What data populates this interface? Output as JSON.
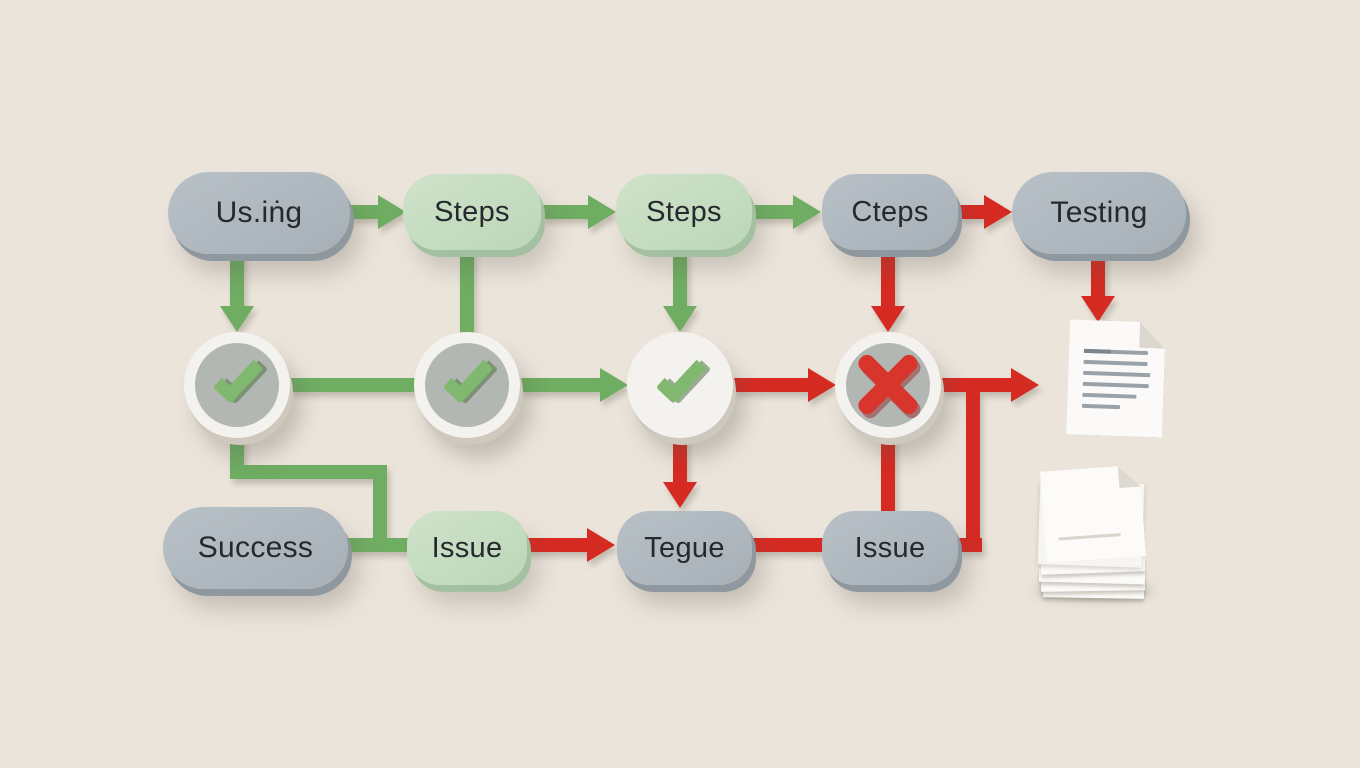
{
  "diagram": {
    "background_color": "#eae4db",
    "colors": {
      "node_gray": "#adb7bd",
      "node_gray_edge": "#8e989e",
      "node_green": "#c6dcc1",
      "node_green_edge": "#a3c0a0",
      "arrow_green": "#6fad62",
      "arrow_red": "#d62b22",
      "circle_ring_white": "#f4f2ee",
      "circle_inner_gray": "#b3b7b4",
      "check_green": "#80b86f",
      "cross_red": "#d8362d",
      "text": "#26292e",
      "document_line_gray": "#9aa2a9"
    },
    "top_row": [
      {
        "label": "Us.iṅg",
        "variant": "gray"
      },
      {
        "label": "Steps",
        "variant": "green"
      },
      {
        "label": "Steps",
        "variant": "green"
      },
      {
        "label": "Cteps",
        "variant": "gray"
      },
      {
        "label": "Testing",
        "variant": "gray"
      }
    ],
    "status_row": [
      {
        "icon": "check-icon",
        "circle": "gray"
      },
      {
        "icon": "check-icon",
        "circle": "gray"
      },
      {
        "icon": "check-icon",
        "circle": "white"
      },
      {
        "icon": "cross-icon",
        "circle": "gray"
      }
    ],
    "bottom_row": [
      {
        "label": "Success",
        "variant": "gray"
      },
      {
        "label": "Issue",
        "variant": "green"
      },
      {
        "label": "Tegue",
        "variant": "gray"
      },
      {
        "label": "Issue",
        "variant": "gray"
      }
    ],
    "icons": [
      "document-icon",
      "paper-stack-icon"
    ]
  }
}
